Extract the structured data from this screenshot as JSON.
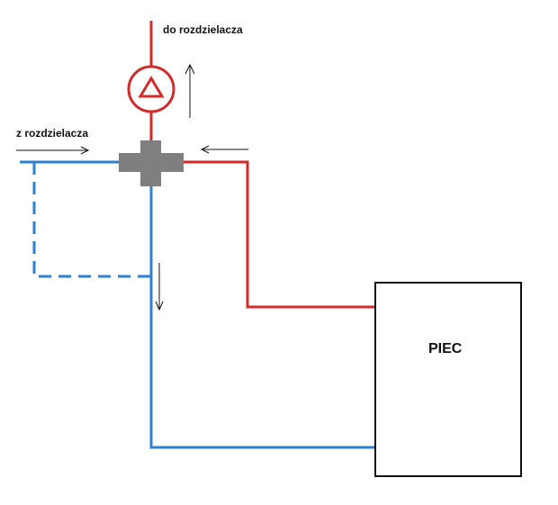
{
  "labels": {
    "to_manifold": "do rozdzielacza",
    "from_manifold": "z rozdzielacza",
    "boiler": "PIEC"
  },
  "colors": {
    "supply": "#d42a2a",
    "return": "#2e7fd6",
    "fitting": "#7f7f7f",
    "outline": "#111111"
  },
  "icons": {
    "pump": "pump-icon",
    "tee": "cross-fitting-icon"
  }
}
